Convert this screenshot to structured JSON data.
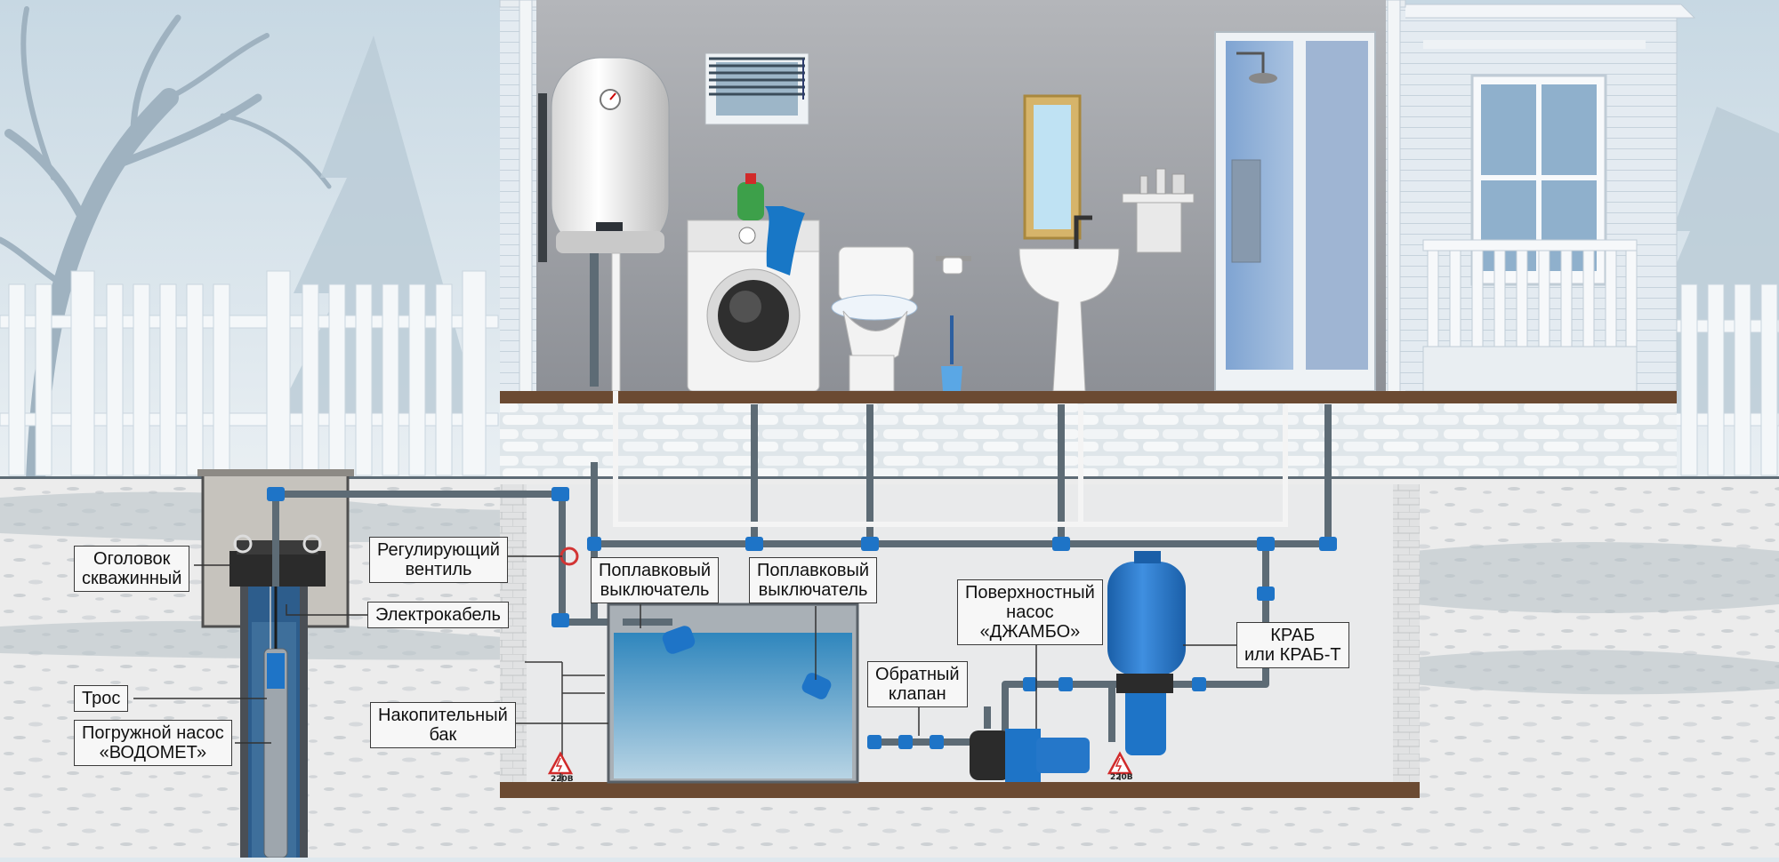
{
  "labels": {
    "wellhead": [
      "Оголовок",
      "скважинный"
    ],
    "valve": [
      "Регулирующий",
      "вентиль"
    ],
    "cable": [
      "Электрокабель"
    ],
    "rope": [
      "Трос"
    ],
    "submersible": [
      "Погружной насос",
      "«ВОДОМЕТ»"
    ],
    "tank": [
      "Накопительный",
      "бак"
    ],
    "float1": [
      "Поплавковый",
      "выключатель"
    ],
    "float2": [
      "Поплавковый",
      "выключатель"
    ],
    "surface_pump": [
      "Поверхностный",
      "насос",
      "«ДЖАМБО»"
    ],
    "check_valve": [
      "Обратный",
      "клапан"
    ],
    "krab": [
      "КРАБ",
      "или КРАБ-Т"
    ]
  },
  "warnings": [
    "220В",
    "220В"
  ],
  "colors": {
    "pipe": "#5d6b75",
    "fitting": "#1e74c7",
    "water": "#3f8fc0",
    "accumulator": "#2577c9",
    "floor": "#6b4a32",
    "wall": "#b9babd"
  }
}
